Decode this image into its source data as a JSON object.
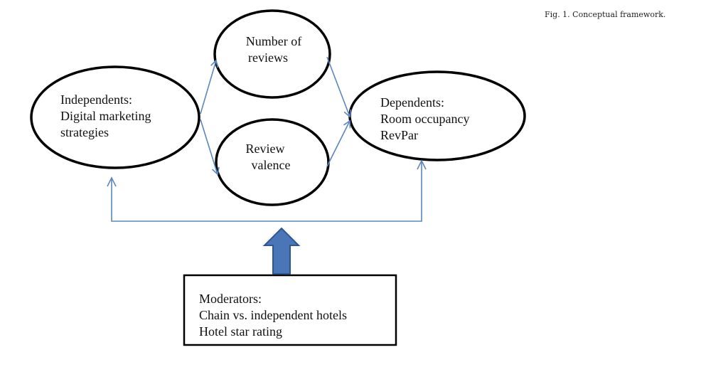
{
  "caption": "Fig. 1. Conceptual framework.",
  "nodes": {
    "independents": {
      "lines": [
        "Independents:",
        "Digital marketing",
        "strategies"
      ]
    },
    "number_of_reviews": {
      "lines": [
        "Number of",
        "reviews"
      ]
    },
    "review_valence": {
      "lines": [
        "Review",
        "valence"
      ]
    },
    "dependents": {
      "lines": [
        "Dependents:",
        "Room occupancy",
        "RevPar"
      ]
    },
    "moderators": {
      "lines": [
        "Moderators:",
        "Chain vs. independent hotels",
        "Hotel star rating"
      ]
    }
  },
  "colors": {
    "arrow": "#5b86bf",
    "block_arrow_fill": "#4a76b8",
    "block_arrow_stroke": "#2e5690",
    "outline": "#000000"
  }
}
